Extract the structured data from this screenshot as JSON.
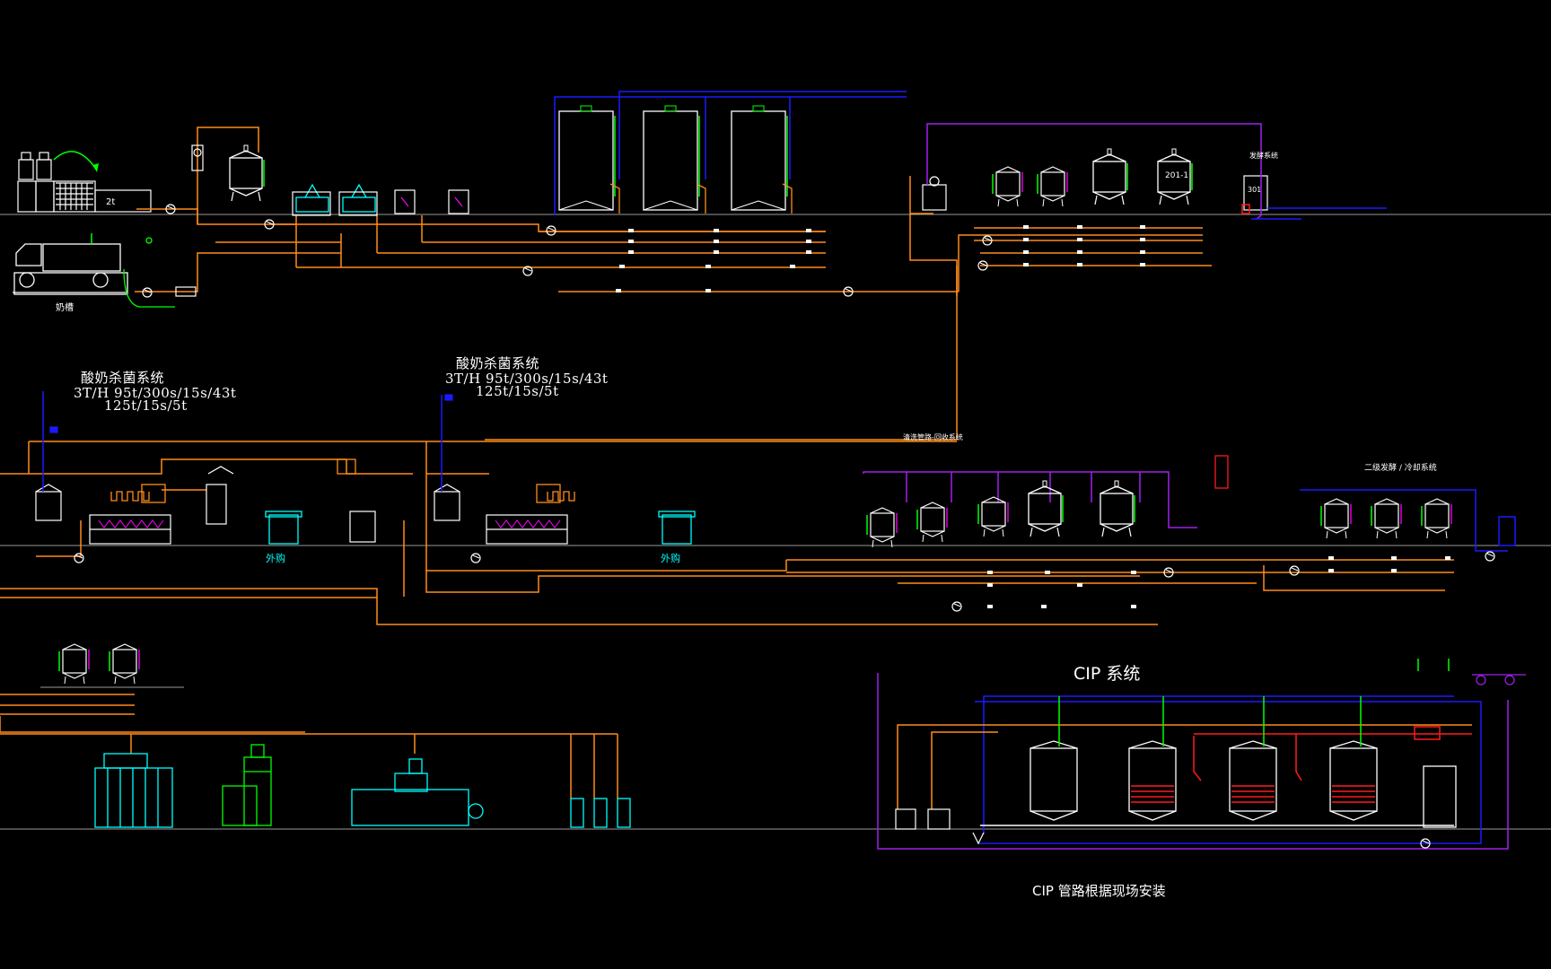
{
  "title_block": {
    "system_a": {
      "name": "酸奶杀菌系统",
      "params_line1": "3T/H 95t/300s/15s/43t",
      "params_line2": "125t/15s/5t"
    },
    "system_b": {
      "name": "酸奶杀菌系统",
      "params_line1": "3T/H 95t/300s/15s/43t",
      "params_line2": "125t/15s/5t"
    }
  },
  "labels": {
    "truck_caption": "奶槽",
    "tank_2t": "2t",
    "tank_201": "201-1",
    "tank_301": "301",
    "cooling_a": "外购",
    "cooling_b": "外购",
    "section_right_middle": "二级发酵 / 冷却系统",
    "cip_title": "CIP 系统",
    "cip_footer": "CIP 管路根据现场安装",
    "return_line": "清洗管路-回收系统",
    "dosing": "发酵系统"
  },
  "colors": {
    "background": "#000000",
    "baseline": "#9a9a9a",
    "process_pipe": "#ff8c1a",
    "cold_water": "#1a1aff",
    "cip_supply": "#a020f0",
    "steam": "#ff1a1a",
    "equipment": "#ffffff",
    "instrument": "#00ff00",
    "filling": "#00ffff"
  }
}
